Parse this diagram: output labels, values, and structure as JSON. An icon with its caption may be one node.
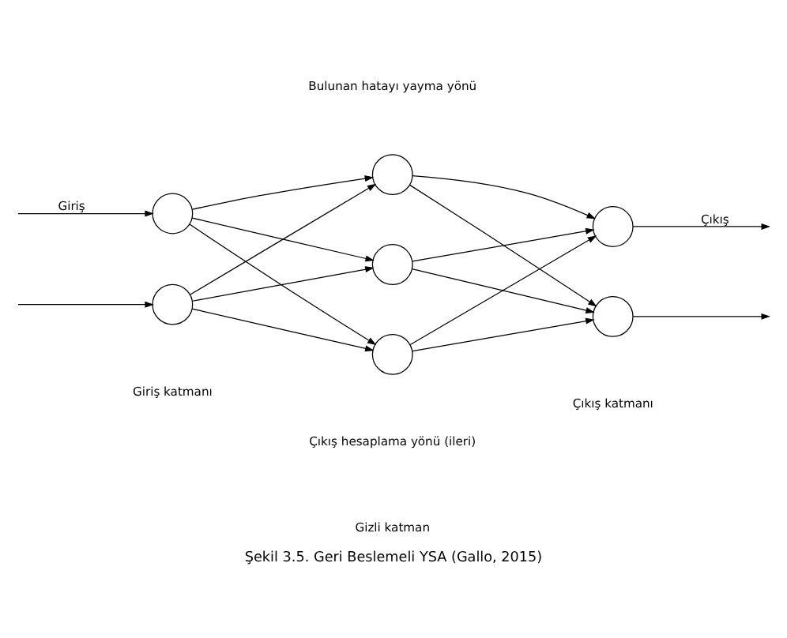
{
  "diagram": {
    "caption": "Şekil 3.5. Geri Beslemeli YSA (Gallo, 2015)",
    "nodes": [
      {
        "text": [],
        "shape": "circle"
      },
      {
        "text": [],
        "shape": "circle"
      },
      {
        "text": [],
        "shape": "circle"
      },
      {
        "text": [],
        "shape": "circle"
      },
      {
        "text": [],
        "shape": "circle"
      },
      {
        "text": [],
        "shape": "circle"
      },
      {
        "text": [],
        "shape": "circle"
      }
    ],
    "edges": [
      {
        "from": null,
        "to": 0,
        "arrow": "to",
        "label": "Giriş"
      },
      {
        "from": null,
        "to": 1,
        "arrow": "to"
      },
      {
        "from": 0,
        "to": 2,
        "arrow": "to"
      },
      {
        "from": 0,
        "to": 3,
        "arrow": "to"
      },
      {
        "from": 0,
        "to": 4,
        "arrow": "to"
      },
      {
        "from": 1,
        "to": 2,
        "arrow": "to"
      },
      {
        "from": 1,
        "to": 3,
        "arrow": "to"
      },
      {
        "from": 1,
        "to": 4,
        "arrow": "to"
      },
      {
        "from": 2,
        "to": 5,
        "arrow": "to"
      },
      {
        "from": 2,
        "to": 6,
        "arrow": "to"
      },
      {
        "from": 3,
        "to": 5,
        "arrow": "to"
      },
      {
        "from": 3,
        "to": 6,
        "arrow": "to"
      },
      {
        "from": 4,
        "to": 5,
        "arrow": "to"
      },
      {
        "from": 4,
        "to": 6,
        "arrow": "to"
      },
      {
        "from": 5,
        "to": null,
        "arrow": "to",
        "label": "Çıkış"
      },
      {
        "from": 6,
        "to": null,
        "arrow": "to"
      }
    ],
    "labels": [
      "Bulunan hatayı yayma yönü",
      "Çıkış hesaplama yönü (ileri)",
      "Giriş katmanı",
      "Gizli katman",
      "Çıkış katmanı"
    ]
  }
}
